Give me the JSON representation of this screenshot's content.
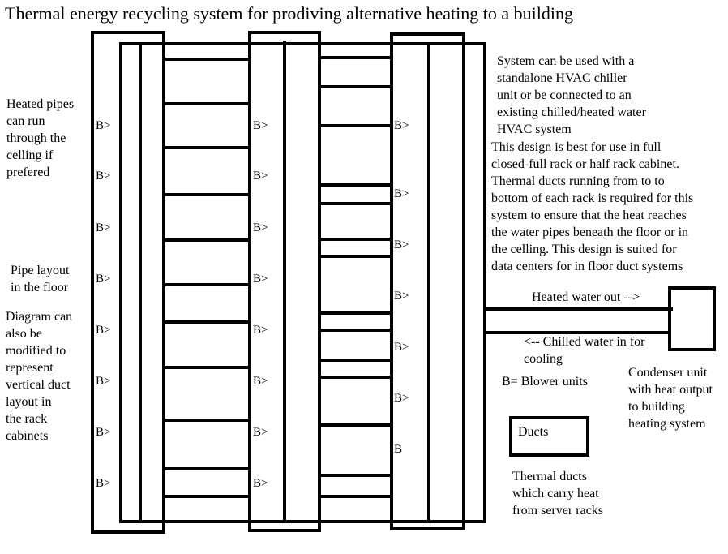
{
  "title": "Thermal energy recycling system for prodiving alternative heating to a building",
  "notes": {
    "heated_pipes": "Heated pipes\ncan run\nthrough the\ncelling if\nprefered",
    "pipe_layout": "Pipe layout\nin the floor",
    "diagram_mod": "Diagram can\nalso be\nmodified to\nrepresent\nvertical duct\nlayout in\nthe rack\ncabinets",
    "system_use": "System can be used with a\nstandalone HVAC chiller\nunit or be connected to an\nexisting chilled/heated water\nHVAC system",
    "design": "This design is best for use in full\nclosed-full rack or half rack cabinet.\nThermal ducts running from to to\nbottom of each rack is required for this\nsystem to ensure that the heat reaches\nthe water pipes beneath the floor or in\nthe celling. This design is suited for\ndata centers for in floor duct systems",
    "heated_out": "Heated water out -->",
    "chilled_in": "<-- Chilled water in for\ncooling",
    "blower_legend": "B= Blower units",
    "condenser": "Condenser unit\nwith heat output\nto building\nheating system",
    "ducts_label": "Ducts",
    "thermal_ducts": "Thermal ducts\nwhich carry heat\nfrom server racks"
  },
  "blower": {
    "label": "B>",
    "label_last": "B"
  },
  "colors": {
    "line": "#000000",
    "background": "#ffffff"
  }
}
